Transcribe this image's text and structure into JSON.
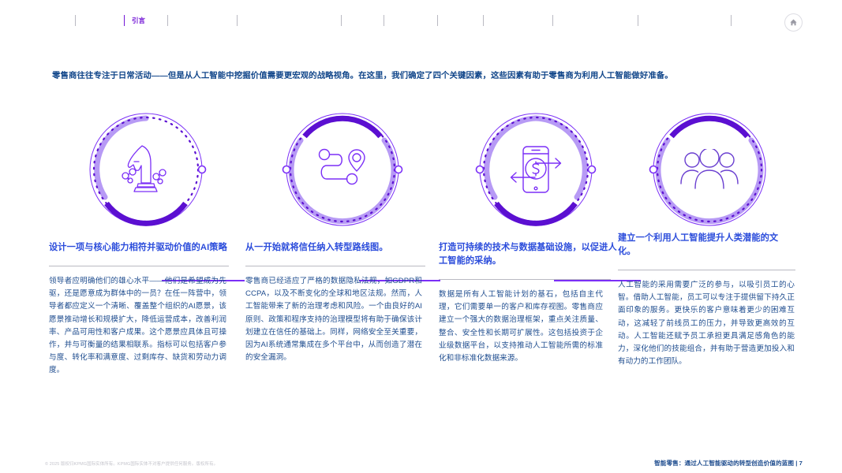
{
  "nav": {
    "items": [
      {
        "label": "",
        "active": false
      },
      {
        "label": "引言",
        "active": true
      },
      {
        "label": "",
        "active": false
      },
      {
        "label": "",
        "active": false
      },
      {
        "label": "",
        "active": false
      },
      {
        "label": "",
        "active": false
      },
      {
        "label": "",
        "active": false
      },
      {
        "label": "",
        "active": false
      },
      {
        "label": "",
        "active": false
      },
      {
        "label": "",
        "active": false
      },
      {
        "label": "",
        "active": false
      }
    ],
    "home_icon": "home-icon"
  },
  "intro": {
    "text": "零售商往往专注于日常活动——但是从人工智能中挖掘价值需要更宏观的战略视角。在这里，我们确定了四个关键因素，这些因素有助于零售商为利用人工智能做好准备。"
  },
  "colors": {
    "accent_purple": "#7b2ff7",
    "light_purple": "#b79af5",
    "deep_purple": "#5b0fd1",
    "heading_blue": "#2b4cdb",
    "body_blue": "#1f4d8f",
    "intro_blue": "#11468a",
    "divider_gray": "#b9b9c2"
  },
  "columns": [
    {
      "icon": "chess-knight-network-icon",
      "heading": "设计一项与核心能力相符并驱动价值的AI策略",
      "body": "领导者应明确他们的雄心水平——他们是希望成为先驱，还是愿意成为群体中的一员？在任一阵营中，领导者都应定义一个清晰、覆盖整个组织的AI愿景，该愿景推动增长和规模扩大，降低运营成本，改善利润率、产品可用性和客户成果。这个愿景应具体且可操作，并与可衡量的结果相联系。指标可以包括客户参与度、转化率和满意度、过剩库存、缺货和劳动力调度。"
    },
    {
      "icon": "road-path-location-pin-icon",
      "heading": "从一开始就将信任纳入转型路线图。",
      "body": "零售商已经适应了严格的数据隐私法规，如GDPR和CCPA，以及不断变化的全球和地区法规。然而，人工智能带来了新的治理考虑和风险。一个由良好的AI原则、政策和程序支持的治理模型将有助于确保该计划建立在信任的基础上。同样，网络安全至关重要，因为AI系统通常集成在多个平台中，从而创造了潜在的安全漏洞。"
    },
    {
      "icon": "mobile-payment-dollar-icon",
      "heading": "打造可持续的技术与数据基础设施，以促进人工智能的采纳。",
      "body": "数据是所有人工智能计划的基石，包括自主代理，它们需要单一的客户和库存视图。零售商应建立一个强大的数据治理框架，重点关注质量、整合、安全性和长期可扩展性。这包括投资于企业级数据平台，以支持推动人工智能所需的标准化和非标准化数据来源。"
    },
    {
      "icon": "people-group-icon",
      "heading": "建立一个利用人工智能提升人类潜能的文化。",
      "body": "人工智能的采用需要广泛的参与，以吸引员工的心智。借助人工智能，员工可以专注于提供留下持久正面印象的服务。更快乐的客户意味着更少的困难互动，这减轻了前线员工的压力，并导致更高效的互动。人工智能还赋予员工承担更具满足感角色的能力，深化他们的技能组合，并有助于营造更加投入和有动力的工作团队。"
    }
  ],
  "footer": {
    "left": "© 2025 版权归KPMG国际实体所有。KPMG国际实体不对客户提供任何服务。版权所有。",
    "right": "智能零售：通过人工智能驱动的转型创造价值的蓝图 | 7"
  }
}
